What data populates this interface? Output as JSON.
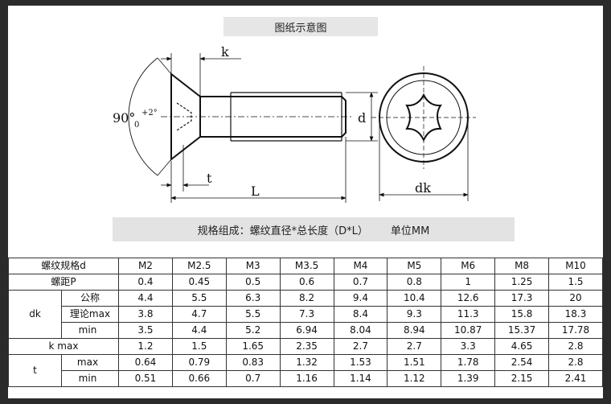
{
  "title": "图纸示意图",
  "drawing": {
    "label_k": "k",
    "label_angle_main": "90°",
    "label_angle_plus": "+2°",
    "label_angle_zero": "0",
    "label_t": "t",
    "label_L": "L",
    "label_d": "d",
    "label_dk": "dk"
  },
  "spec_line": {
    "composition": "规格组成：螺纹直径*总长度（D*L）",
    "unit": "单位MM"
  },
  "table": {
    "header_label": "螺纹规格d",
    "sizes": [
      "M2",
      "M2.5",
      "M3",
      "M3.5",
      "M4",
      "M5",
      "M6",
      "M8",
      "M10"
    ],
    "pitch_label": "螺距P",
    "pitch": [
      "0.4",
      "0.45",
      "0.5",
      "0.6",
      "0.7",
      "0.8",
      "1",
      "1.25",
      "1.5"
    ],
    "dk_label": "dk",
    "dk_nominal_label": "公称",
    "dk_nominal": [
      "4.4",
      "5.5",
      "6.3",
      "8.2",
      "9.4",
      "10.4",
      "12.6",
      "17.3",
      "20"
    ],
    "dk_max_label": "理论max",
    "dk_max": [
      "3.8",
      "4.7",
      "5.5",
      "7.3",
      "8.4",
      "9.3",
      "11.3",
      "15.8",
      "18.3"
    ],
    "dk_min_label": "min",
    "dk_min": [
      "3.5",
      "4.4",
      "5.2",
      "6.94",
      "8.04",
      "8.94",
      "10.87",
      "15.37",
      "17.78"
    ],
    "k_label": "k max",
    "k_max": [
      "1.2",
      "1.5",
      "1.65",
      "2.35",
      "2.7",
      "2.7",
      "3.3",
      "4.65",
      "2.8"
    ],
    "t_label": "t",
    "t_max_label": "max",
    "t_max": [
      "0.64",
      "0.79",
      "0.83",
      "1.32",
      "1.53",
      "1.51",
      "1.78",
      "2.54",
      "2.8"
    ],
    "t_min_label": "min",
    "t_min": [
      "0.51",
      "0.66",
      "0.7",
      "1.16",
      "1.14",
      "1.12",
      "1.39",
      "2.15",
      "2.41"
    ]
  }
}
